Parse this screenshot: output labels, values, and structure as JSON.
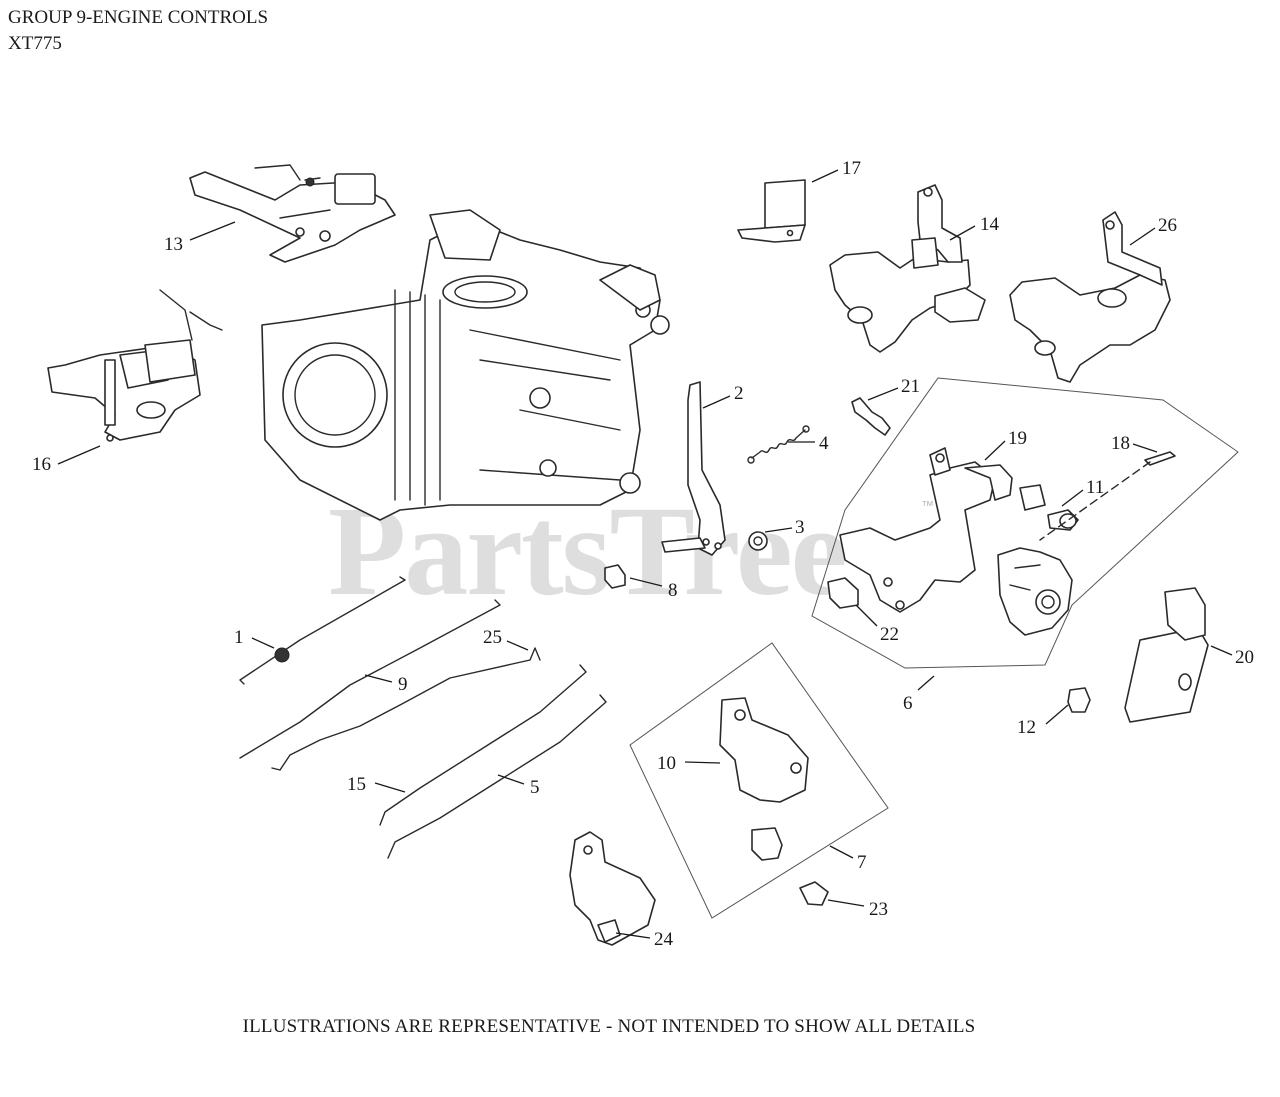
{
  "header": {
    "title": "GROUP 9-ENGINE CONTROLS",
    "model": "XT775"
  },
  "footer": {
    "note": "ILLUSTRATIONS ARE REPRESENTATIVE - NOT INTENDED TO SHOW ALL DETAILS"
  },
  "watermark": {
    "brand": "PartsTree",
    "trademark": "™"
  },
  "callouts": [
    "1",
    "2",
    "3",
    "4",
    "5",
    "6",
    "7",
    "8",
    "9",
    "10",
    "11",
    "12",
    "13",
    "14",
    "15",
    "16",
    "17",
    "18",
    "19",
    "20",
    "21",
    "22",
    "23",
    "24",
    "25",
    "26"
  ]
}
